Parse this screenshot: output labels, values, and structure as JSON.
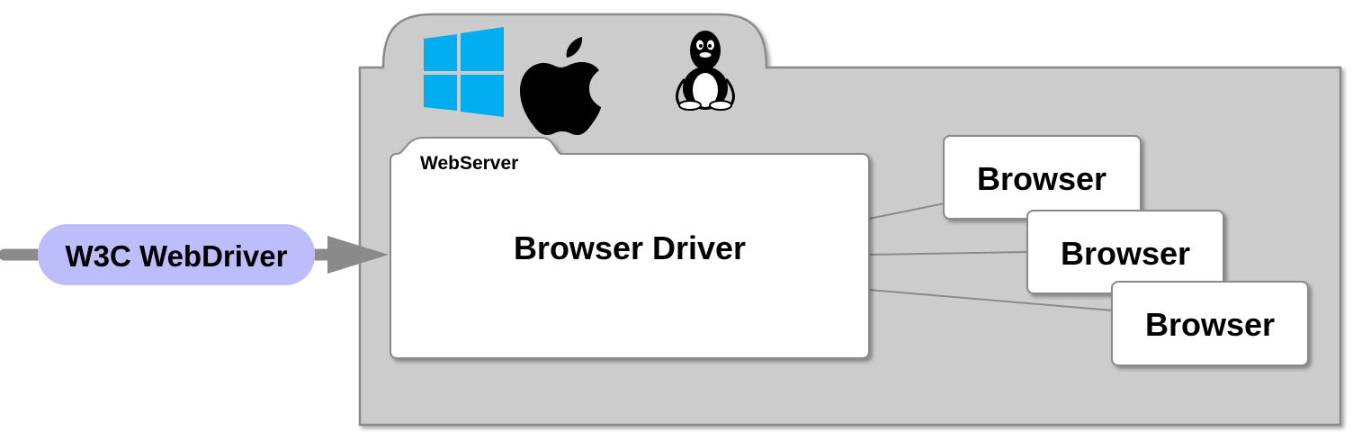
{
  "protocol": {
    "label": "W3C WebDriver",
    "fill": "#bdbdfb"
  },
  "host": {
    "fill": "#cccccc",
    "os_icons": [
      "windows-icon",
      "apple-icon",
      "linux-tux-icon"
    ],
    "windows_color": "#00adef"
  },
  "webserver": {
    "tab_label": "WebServer"
  },
  "driver": {
    "label": "Browser Driver"
  },
  "browsers": [
    {
      "label": "Browser"
    },
    {
      "label": "Browser"
    },
    {
      "label": "Browser"
    }
  ]
}
